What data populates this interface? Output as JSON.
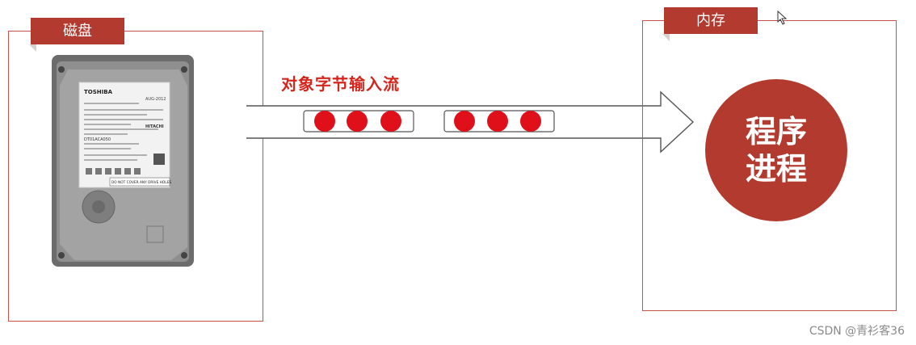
{
  "disk": {
    "label": "磁盘"
  },
  "hdd": {
    "brand": "TOSHIBA",
    "warning": "DO NOT COVER ANY DRIVE HOLES",
    "date": "AUG-2012",
    "vendor": "HITACHI",
    "model": "DT01ACA050"
  },
  "stream": {
    "label": "对象字节输入流",
    "groups": [
      {
        "dots": 3
      },
      {
        "dots": 3
      }
    ],
    "dot_color": "#e0101a"
  },
  "memory": {
    "label": "内存"
  },
  "process": {
    "line1": "程序",
    "line2": "进程"
  },
  "watermark": "CSDN @青衫客36",
  "colors": {
    "accent": "#b33a2e",
    "stream_text": "#d4261d"
  }
}
